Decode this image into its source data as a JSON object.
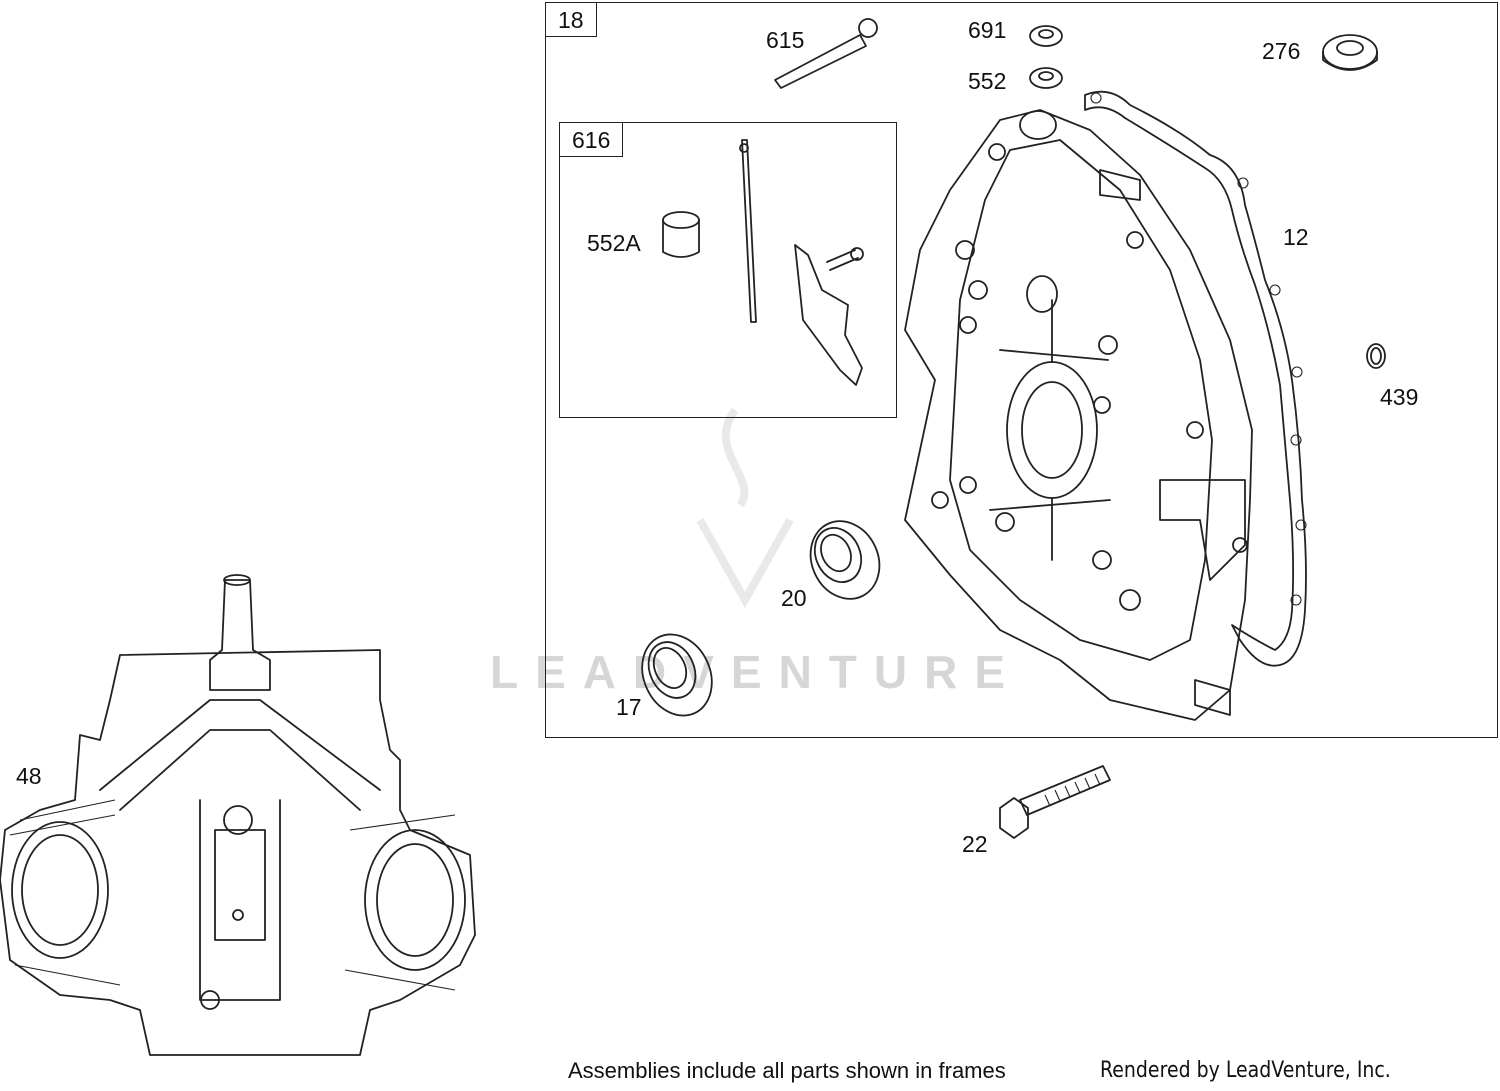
{
  "frames": {
    "outer_tag": "18",
    "inner_tag": "616"
  },
  "parts": {
    "p615": "615",
    "p691": "691",
    "p552": "552",
    "p276": "276",
    "p552a": "552A",
    "p12": "12",
    "p439": "439",
    "p20": "20",
    "p17": "17",
    "p48": "48",
    "p22": "22"
  },
  "watermark": "LEADVENTURE",
  "footer": {
    "note": "Assemblies include all parts shown in frames",
    "credit": "Rendered by LeadVenture, Inc."
  }
}
